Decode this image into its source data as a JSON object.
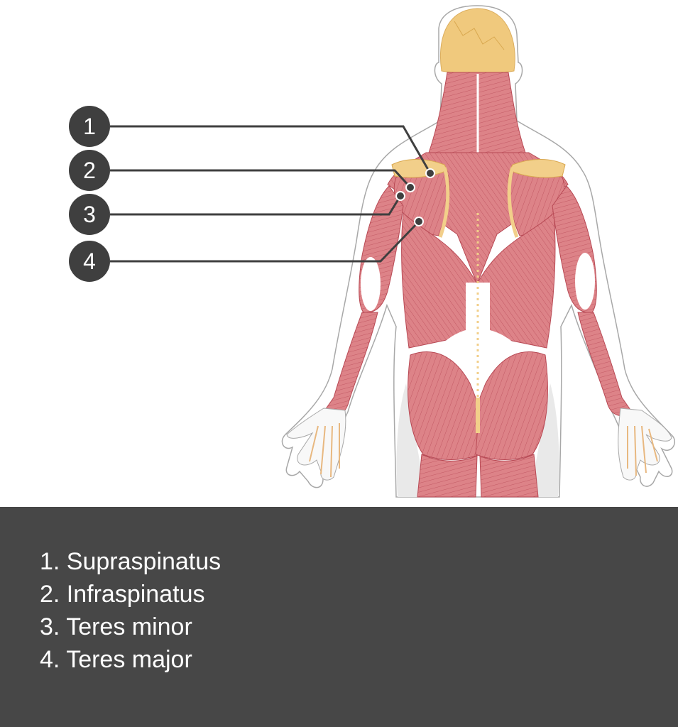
{
  "markers": [
    {
      "number": "1"
    },
    {
      "number": "2"
    },
    {
      "number": "3"
    },
    {
      "number": "4"
    }
  ],
  "legend": {
    "items": [
      {
        "text": "1. Supraspinatus"
      },
      {
        "text": "2. Infraspinatus"
      },
      {
        "text": "3. Teres minor"
      },
      {
        "text": "4. Teres major"
      }
    ]
  },
  "colors": {
    "muscle": "#d9797f",
    "muscle_dark": "#b84a55",
    "bone": "#f2cf8a",
    "skull": "#f0c97d",
    "outline": "#a8a8a8",
    "marker": "#3f3f3f",
    "legend_bg": "#474747"
  }
}
